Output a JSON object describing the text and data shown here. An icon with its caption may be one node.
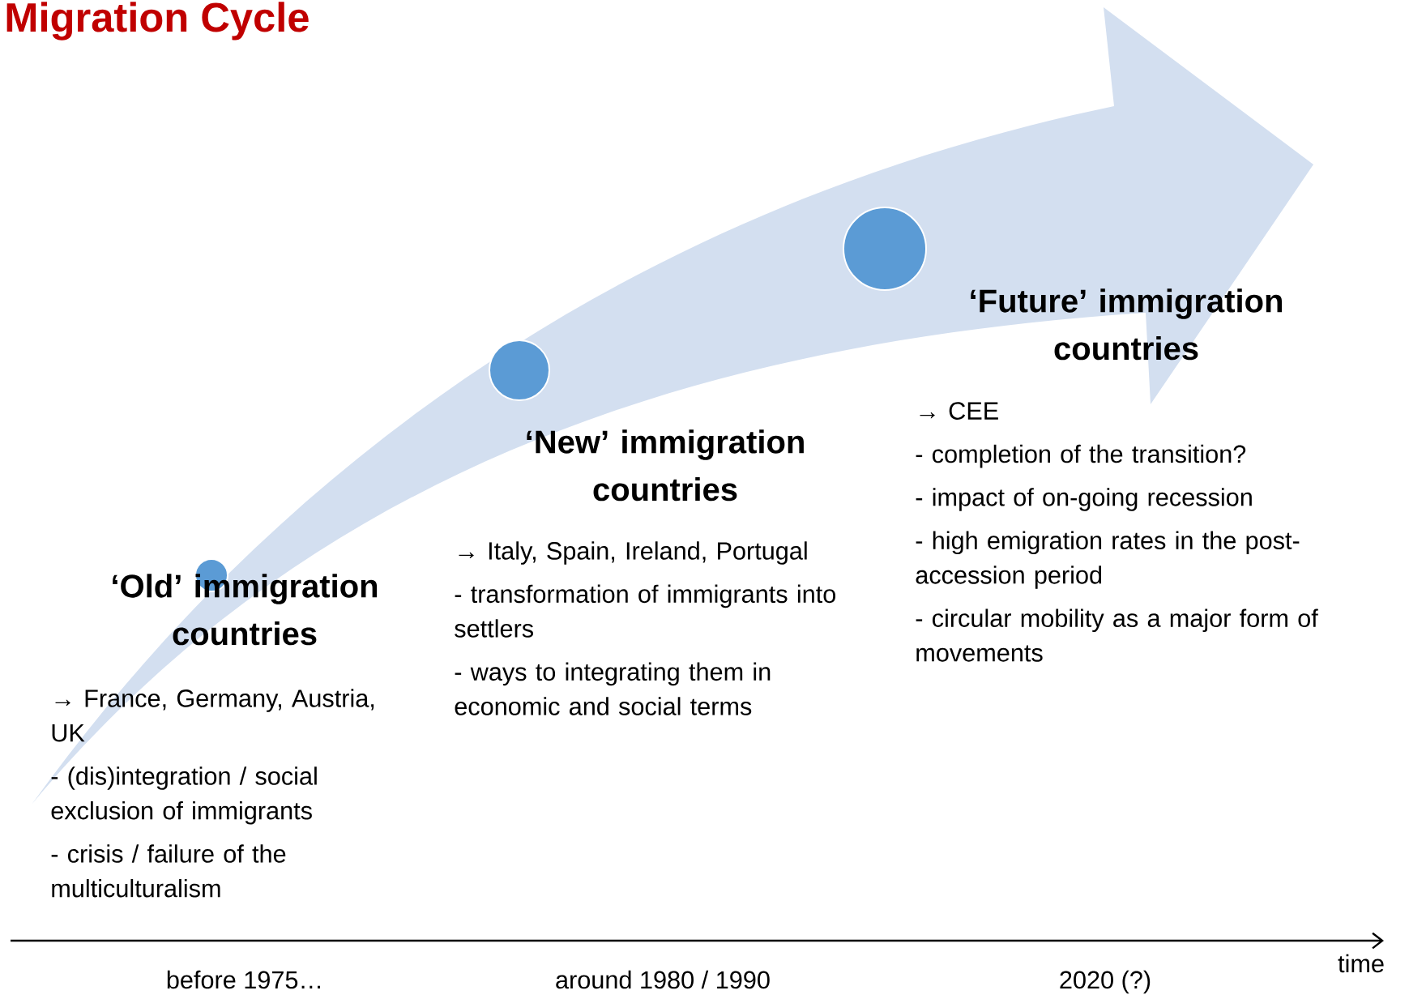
{
  "diagram": {
    "title": "Migration Cycle",
    "nodes": [
      {
        "text": [],
        "shape": "circle"
      },
      {
        "text": [],
        "shape": "circle"
      },
      {
        "text": [],
        "shape": "circle"
      }
    ],
    "labels": [
      "‘Old’ immigration countries",
      "→ France, Germany, Austria, UK",
      "- (dis)integration / social exclusion of immigrants",
      "- crisis / failure of the multiculturalism",
      "‘New’ immigration countries",
      "→ Italy, Spain, Ireland, Portugal",
      "- transformation of immigrants into settlers",
      "- ways to integrating them in economic and social terms",
      "‘Future’ immigration countries",
      "→ CEE",
      "- completion of the transition?",
      "- impact of on-going recession",
      "- high emigration rates in the post-accession period",
      "- circular mobility as a major form of movements",
      "before 1975…",
      "around 1980 / 1990",
      "2020 (?)",
      "time"
    ]
  }
}
